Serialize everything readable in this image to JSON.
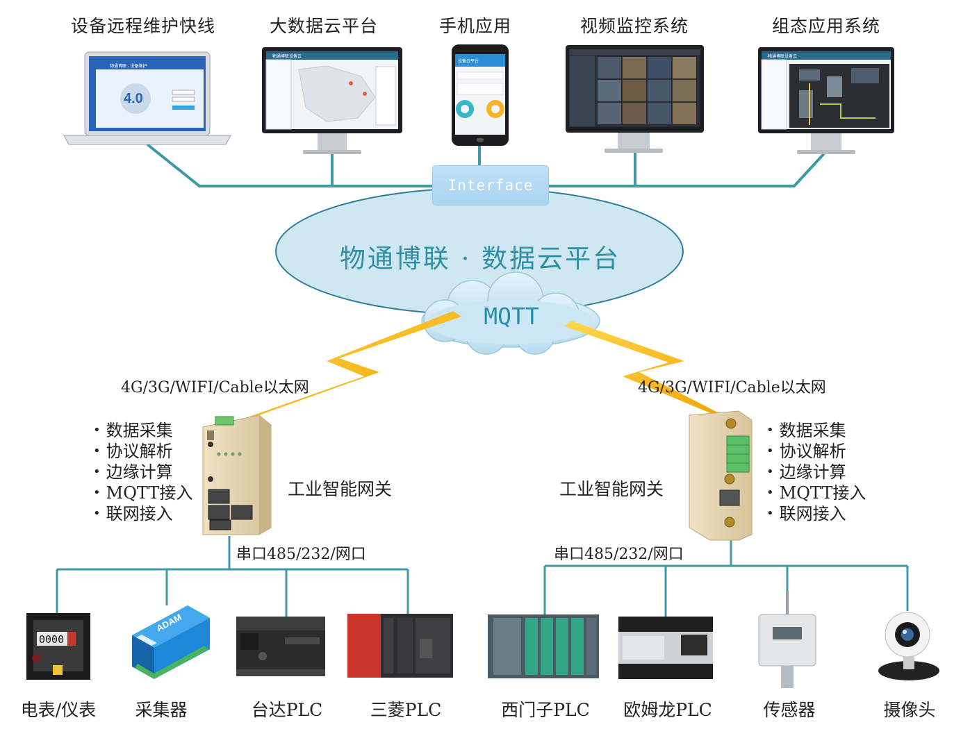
{
  "top_apps": [
    {
      "label": "设备远程维护快线",
      "screen_text": "物通博联 · 设备维护",
      "screen_number": "4.0"
    },
    {
      "label": "大数据云平台",
      "screen_text": "物通博联设备云"
    },
    {
      "label": "手机应用",
      "screen_text": "设备云平台"
    },
    {
      "label": "视频监控系统"
    },
    {
      "label": "组态应用系统",
      "screen_text": "物通博联设备云"
    }
  ],
  "interface_label": "Interface",
  "platform_title": "物通博联 · 数据云平台",
  "protocol_label": "MQTT",
  "left_gateway": {
    "network_label": "4G/3G/WIFI/Cable以太网",
    "features": [
      "数据采集",
      "协议解析",
      "边缘计算",
      "MQTT接入",
      "联网接入"
    ],
    "label": "工业智能网关",
    "serial_label": "串口485/232/网口"
  },
  "right_gateway": {
    "network_label": "4G/3G/WIFI/Cable以太网",
    "features": [
      "数据采集",
      "协议解析",
      "边缘计算",
      "MQTT接入",
      "联网接入"
    ],
    "label": "工业智能网关",
    "serial_label": "串口485/232/网口"
  },
  "devices": [
    {
      "label": "电表/仪表",
      "display": "0000"
    },
    {
      "label": "采集器",
      "brand": "ADAM"
    },
    {
      "label": "台达PLC"
    },
    {
      "label": "三菱PLC"
    },
    {
      "label": "西门子PLC"
    },
    {
      "label": "欧姆龙PLC"
    },
    {
      "label": "传感器"
    },
    {
      "label": "摄像头"
    }
  ],
  "colors": {
    "connector": "#3f9aa8",
    "cloud_fill": "#cfe7f1",
    "cloud_stroke": "#2f7f95",
    "lightning": "#f5b010",
    "title": "#2f8ea2"
  }
}
